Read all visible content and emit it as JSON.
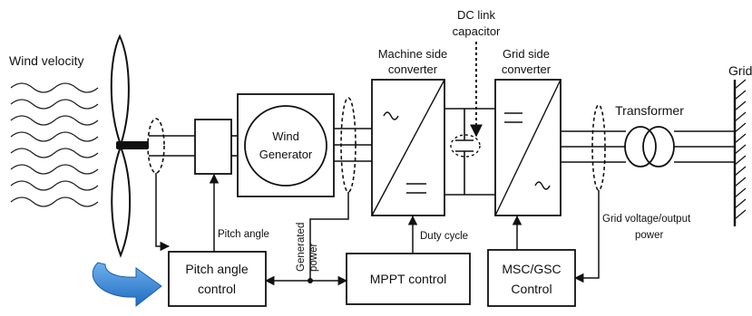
{
  "labels": {
    "wind_velocity": "Wind velocity",
    "dc_link_capacitor": [
      "DC link",
      "capacitor"
    ],
    "machine_side_converter": [
      "Machine side",
      "converter"
    ],
    "grid_side_converter": [
      "Grid side",
      "converter"
    ],
    "grid": "Grid",
    "transformer": "Transformer",
    "wind_generator": [
      "Wind",
      "Generator"
    ],
    "pitch_angle": "Pitch angle",
    "generated_power": [
      "Generated",
      "power"
    ],
    "duty_cycle": "Duty cycle",
    "grid_voltage_output_power": [
      "Grid voltage/output",
      "power"
    ],
    "pitch_angle_control": [
      "Pitch angle",
      "control"
    ],
    "mppt_control": "MPPT control",
    "msc_gsc_control": [
      "MSC/GSC",
      "Control"
    ]
  },
  "colors": {
    "line": "#111111",
    "rotation_arrow": "#2f7fd0"
  },
  "icons": [
    "rotation-arrow-icon",
    "wind-turbine-blades-icon",
    "transformer-icon",
    "ground-hatch-icon",
    "ac-symbol-icon",
    "dc-symbol-icon"
  ]
}
